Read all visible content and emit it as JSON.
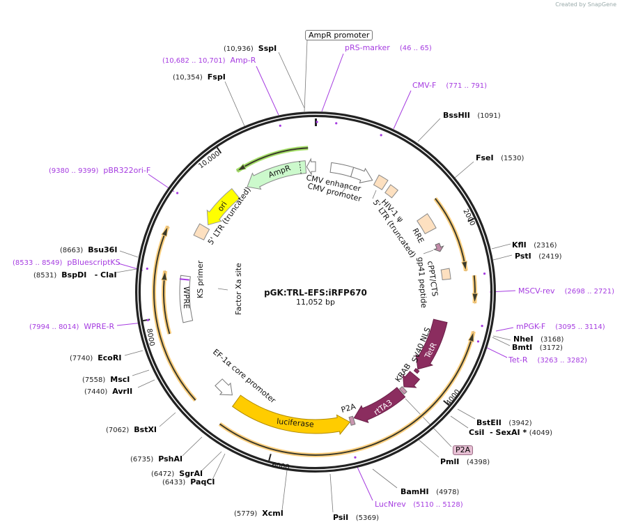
{
  "watermark": "Created by SnapGene",
  "map": {
    "title": "pGK:TRL-EFS:iRFP670",
    "length": "11,052 bp"
  },
  "ticks": [
    "2000",
    "4000",
    "6000",
    "8000",
    "10,000"
  ],
  "features": {
    "ampr": "AmpR",
    "ampr_promoter": "AmpR promoter",
    "cmv_enhancer": "CMV enhancer",
    "cmv_promoter": "CMV promoter",
    "hiv_psi": "HIV-1 ψ",
    "ltr_right": "5' LTR (truncated)",
    "rre": "RRE",
    "cppt": "cPPT/CTS",
    "gp41": "gp41 peptide",
    "tetr": "TetR",
    "sv40": "SV40 NLS",
    "krab": "KRAB",
    "rtta3": "rtTA3",
    "p2a": "P2A",
    "p2a_box": "P2A",
    "luciferase": "luciferase",
    "ef1a": "EF-1α core promoter",
    "wpre": "WPRE",
    "ks_primer": "KS primer",
    "factor_xa": "Factor Xa site",
    "ltr_left": "5' LTR (truncated)",
    "ori": "ori"
  },
  "colors": {
    "primer": "#a53be0",
    "ampr": "#ccf9cc",
    "ori": "#ffff00",
    "luciferase": "#ffcc00",
    "tetr": "#8b2d5f",
    "misc": "#fde0c0",
    "orf_halo": "#ffd080"
  },
  "sites": [
    {
      "name": "SspI",
      "pos": "(10,936)"
    },
    {
      "name": "FspI",
      "pos": "(10,354)"
    },
    {
      "name": "BssHII",
      "pos": "(1091)"
    },
    {
      "name": "FseI",
      "pos": "(1530)"
    },
    {
      "name": "KflI",
      "pos": "(2316)"
    },
    {
      "name": "PstI",
      "pos": "(2419)"
    },
    {
      "name": "NheI",
      "pos": "(3168)"
    },
    {
      "name": "BmtI",
      "pos": "(3172)"
    },
    {
      "name": "BstEII",
      "pos": "(3942)"
    },
    {
      "name": "CsiI  - SexAI *",
      "pos": "(4049)"
    },
    {
      "name": "PmlI",
      "pos": "(4398)"
    },
    {
      "name": "BamHI",
      "pos": "(4978)"
    },
    {
      "name": "PsiI",
      "pos": "(5369)"
    },
    {
      "name": "XcmI",
      "pos": "(5779)"
    },
    {
      "name": "PaqCI",
      "pos": "(6433)"
    },
    {
      "name": "SgrAI",
      "pos": "(6472)"
    },
    {
      "name": "PshAI",
      "pos": "(6735)"
    },
    {
      "name": "BstXI",
      "pos": "(7062)"
    },
    {
      "name": "AvrII",
      "pos": "(7440)"
    },
    {
      "name": "MscI",
      "pos": "(7558)"
    },
    {
      "name": "EcoRI",
      "pos": "(7740)"
    },
    {
      "name": "BspDI   - ClaI",
      "pos": "(8531)"
    },
    {
      "name": "Bsu36I",
      "pos": "(8663)"
    }
  ],
  "primers": [
    {
      "name": "pRS-marker",
      "range": "(46 .. 65)"
    },
    {
      "name": "CMV-F",
      "range": "(771 .. 791)"
    },
    {
      "name": "MSCV-rev",
      "range": "(2698 .. 2721)"
    },
    {
      "name": "mPGK-F",
      "range": "(3095 .. 3114)"
    },
    {
      "name": "Tet-R",
      "range": "(3263 .. 3282)"
    },
    {
      "name": "LucNrev",
      "range": "(5110 .. 5128)"
    },
    {
      "name": "WPRE-R",
      "range": "(7994 .. 8014)"
    },
    {
      "name": "pBluescriptKS",
      "range": "(8533 .. 8549)"
    },
    {
      "name": "pBR322ori-F",
      "range": "(9380 .. 9399)"
    },
    {
      "name": "Amp-R",
      "range": "(10,682 .. 10,701)"
    }
  ]
}
